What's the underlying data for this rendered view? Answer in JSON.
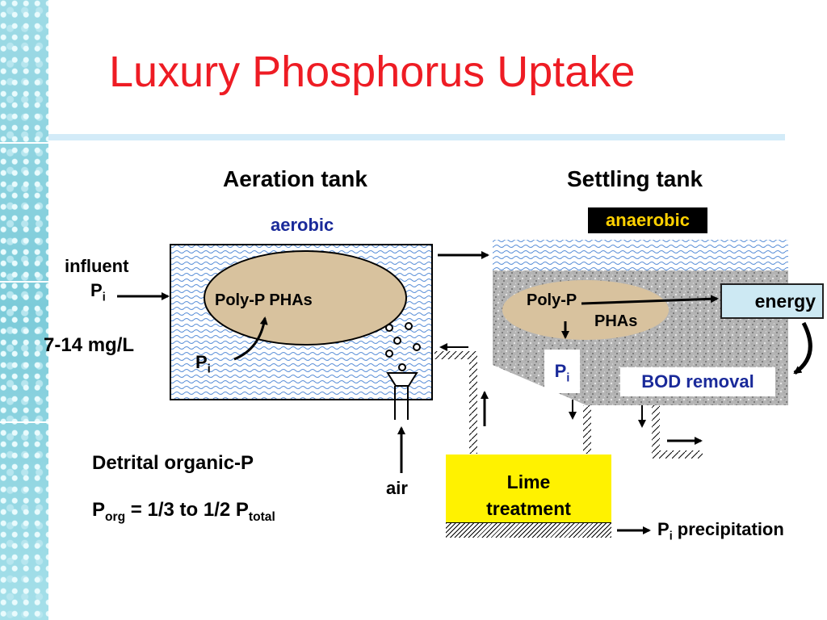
{
  "slide": {
    "title": "Luxury Phosphorus Uptake"
  },
  "diagram": {
    "aeration_tank_label": "Aeration tank",
    "settling_tank_label": "Settling tank",
    "aerobic_label": "aerobic",
    "anaerobic_label": "anaerobic",
    "influent_label": "influent",
    "pi": {
      "base": "P",
      "sub": "i"
    },
    "concentration_label": "7-14 mg/L",
    "aeration_ellipse_text": "Poly-P  PHAs",
    "settling_polyp": "Poly-P",
    "settling_phas": "PHAs",
    "energy_label": "energy",
    "bod_label": "BOD removal",
    "air_label": "air",
    "lime_line1": "Lime",
    "lime_line2": "treatment",
    "precipitation_text": "precipitation",
    "detrital_label": "Detrital organic-P",
    "porg_formula": {
      "p1": "P",
      "sub1": "org",
      "mid": " = 1/3 to 1/2 P",
      "sub2": "total"
    }
  },
  "colors": {
    "title": "#ee1c24",
    "highlight_blue": "#1a2a9a",
    "anaerobic_text": "#ffd100",
    "lime_fill": "#fff200",
    "ellipse_fill": "#d8c29e",
    "energy_fill": "#cde9f3"
  }
}
